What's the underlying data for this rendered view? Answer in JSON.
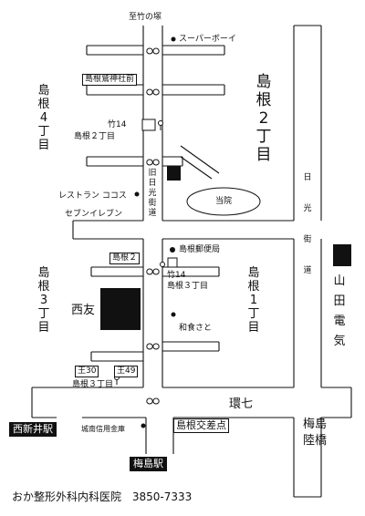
{
  "areas": {
    "shimane_2": "島根2丁目",
    "shimane_4": "島根4丁目",
    "shimane_3": "島根3丁目",
    "shimane_1": "島根1丁目",
    "nishitomo": "西友",
    "yamada": "山田電気"
  },
  "roads": {
    "to_takenotsuka": "至竹の塚",
    "kyu_nikko": "旧日光街道",
    "nikko_kaido": "日光街道",
    "kannana": "環七"
  },
  "places": {
    "super": "スーパーボーイ",
    "jinja": "島根鷲神社前",
    "take14_a": "竹14",
    "shimane2_stop": "島根２丁目",
    "restaurant": "レストラン ココス",
    "seven": "セブンイレブン",
    "touin": "当院",
    "shimane2_box": "島根２",
    "post": "島根郵便局",
    "take14_b": "竹14",
    "shimane3_stop_a": "島根３丁目",
    "washoku": "和食さと",
    "o30": "王30",
    "o49": "王49",
    "shimane3_stop_b": "島根３丁目",
    "nishiarai": "西新井駅",
    "bank": "城南信用金庫",
    "koten": "島根交差点",
    "umejima_st": "梅島駅",
    "umejima_bridge": "梅島陸橋"
  },
  "footer": {
    "clinic": "おか整形外科内科医院",
    "phone": "3850-7333"
  }
}
